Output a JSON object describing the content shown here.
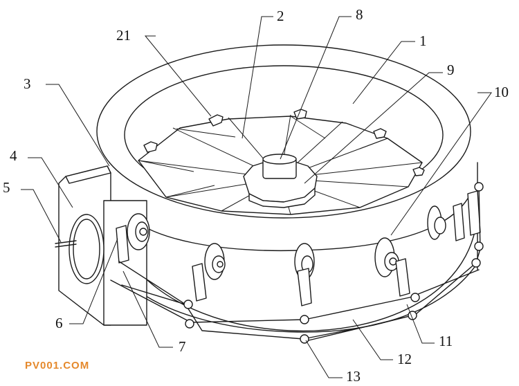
{
  "watermark": "PV001.COM",
  "labels": {
    "l1": "1",
    "l2": "2",
    "l3": "3",
    "l4": "4",
    "l5": "5",
    "l6": "6",
    "l7": "7",
    "l8": "8",
    "l9": "9",
    "l10": "10",
    "l11": "11",
    "l12": "12",
    "l13": "13",
    "l21": "21"
  },
  "colors": {
    "line": "#1a1a1a",
    "watermark": "#e5892c"
  }
}
